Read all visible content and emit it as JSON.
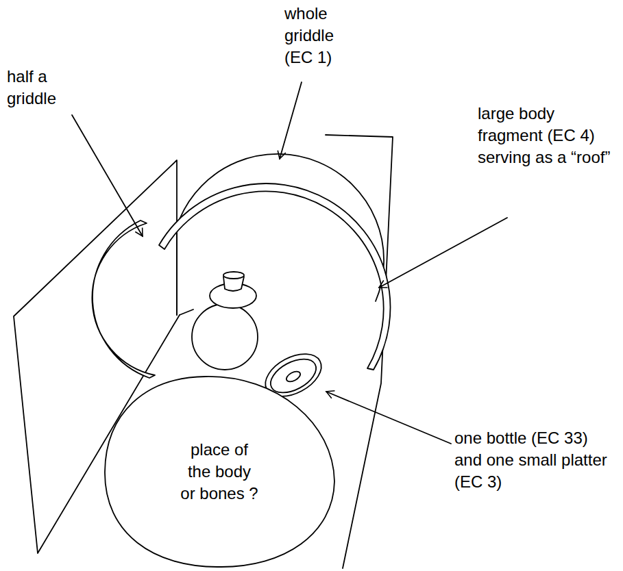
{
  "diagram": {
    "nodes": [
      {
        "text": [
          "place of the body or bones ?"
        ]
      }
    ],
    "labels": [
      "whole griddle (EC 1)",
      "half a griddle",
      "large body fragment (EC 4) serving as a “roof”",
      "one bottle (EC 33) and one small platter (EC 3)"
    ]
  }
}
